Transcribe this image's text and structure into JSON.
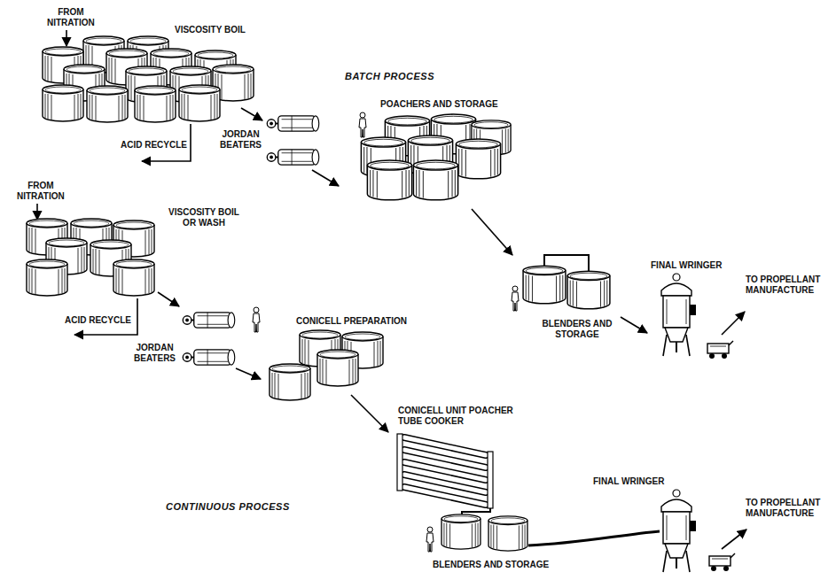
{
  "diagram": {
    "labels": [
      "FROM NITRATION",
      "VISCOSITY BOIL",
      "BATCH PROCESS",
      "ACID RECYCLE",
      "JORDAN BEATERS",
      "POACHERS AND STORAGE",
      "FROM NITRATION",
      "VISCOSITY BOIL OR WASH",
      "ACID RECYCLE",
      "JORDAN BEATERS",
      "CONICELL PREPARATION",
      "BLENDERS AND STORAGE",
      "FINAL WRINGER",
      "TO PROPELLANT MANUFACTURE",
      "CONICELL UNIT POACHER TUBE COOKER",
      "CONTINUOUS PROCESS",
      "FINAL WRINGER",
      "TO PROPELLANT MANUFACTURE",
      "BLENDERS AND STORAGE"
    ]
  }
}
